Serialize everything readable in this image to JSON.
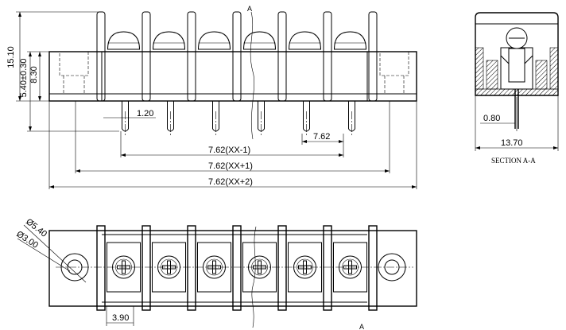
{
  "dimensions": {
    "height_total": "15.10",
    "height_body_tol": "5.40±0.30",
    "height_body": "8.30",
    "pin_width": "1.20",
    "pitch": "7.62",
    "span_minus1": "7.62(XX-1)",
    "span_plus1": "7.62(XX+1)",
    "span_plus2": "7.62(XX+2)",
    "side_pin": "0.80",
    "side_width": "13.70",
    "hole_outer": "Ø5.40",
    "hole_inner": "Ø3.00",
    "barrier_gap": "3.90"
  },
  "labels": {
    "section_marker_top": "A",
    "section_marker_bottom": "A",
    "section_caption": "SECTION A-A"
  },
  "views": [
    "front-view",
    "section-view",
    "top-view"
  ],
  "terminal_count": 6
}
